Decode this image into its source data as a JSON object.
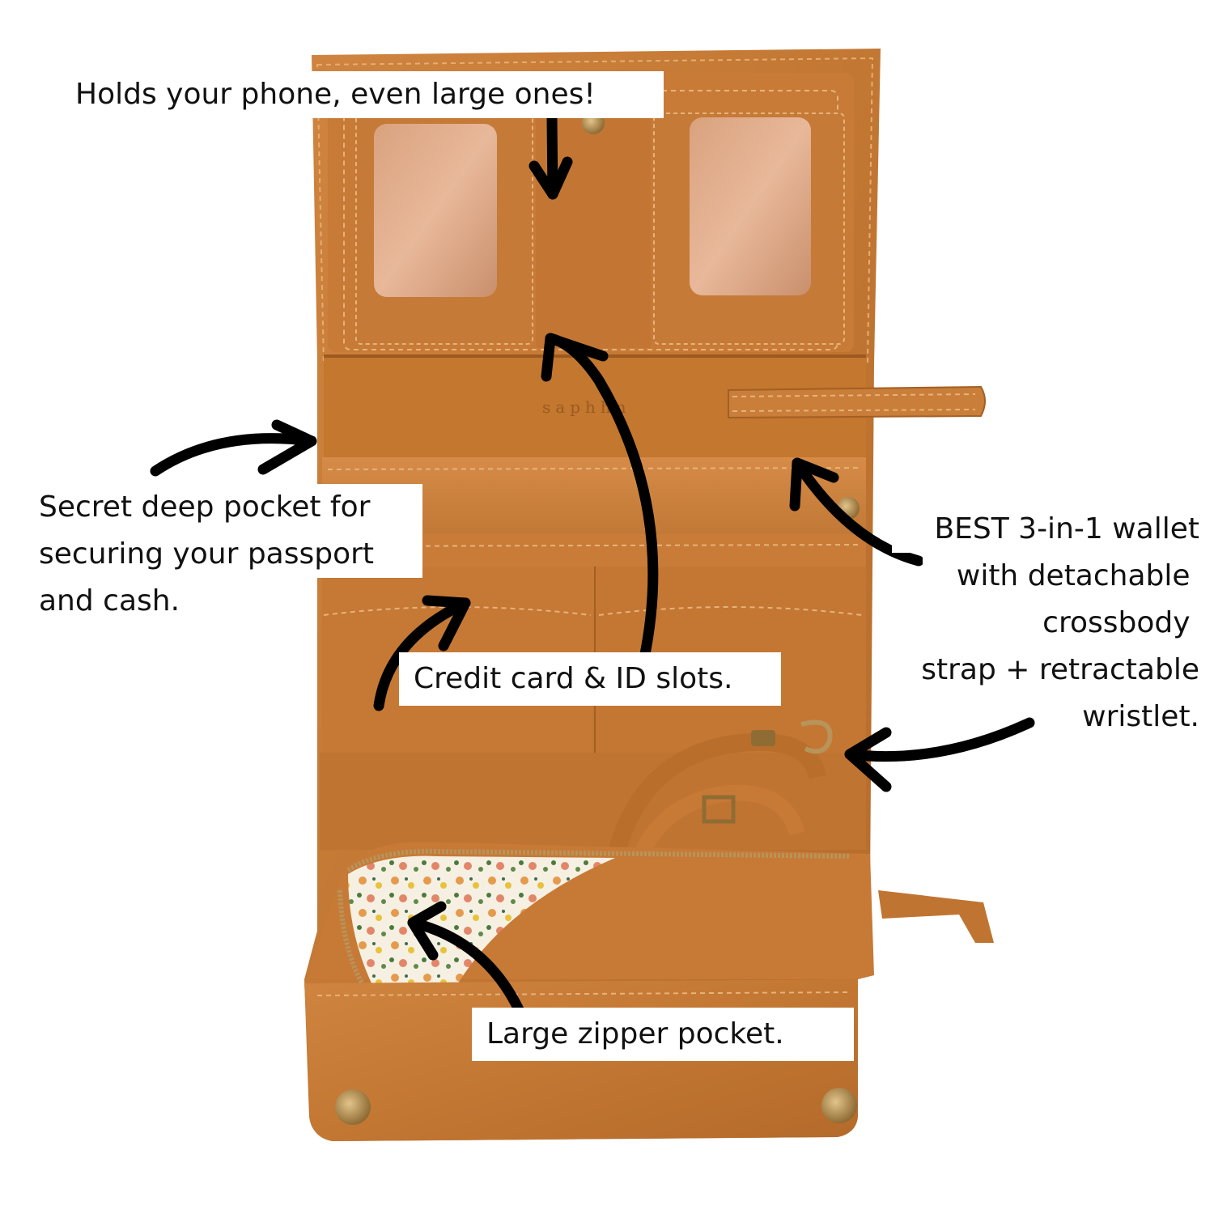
{
  "annotations": {
    "phone": "Holds your phone, even large ones!",
    "secret_pocket": [
      "Secret deep pocket for",
      "securing your passport",
      "and cash."
    ],
    "best_wallet": [
      "BEST 3-in-1 wallet",
      "with detachable ",
      "crossbody ",
      "strap + retractable",
      "wristlet."
    ],
    "card_slots": "Credit card & ID slots.",
    "zipper": "Large zipper pocket."
  },
  "brand_emboss": "saphhn",
  "colors": {
    "leather": "#c47a35",
    "leather_dark": "#a35f24",
    "leather_light": "#d8914b",
    "stitch": "#e8b27a",
    "hardware": "#b8935a",
    "arrow": "#000000",
    "label_bg": "#ffffff"
  }
}
